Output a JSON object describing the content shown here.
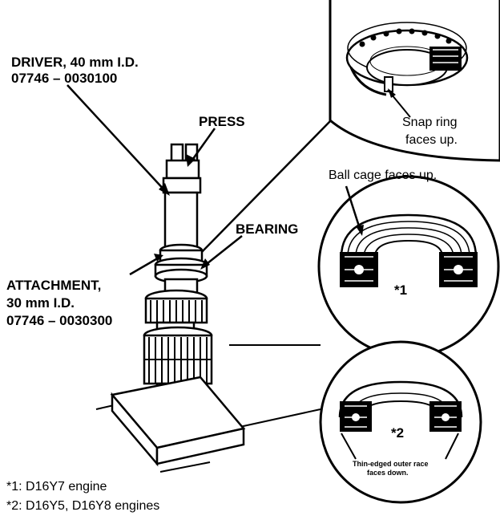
{
  "labels": {
    "driver_line1": "DRIVER, 40 mm I.D.",
    "driver_line2": "07746 – 0030100",
    "press": "PRESS",
    "bearing": "BEARING",
    "attachment_line1": "ATTACHMENT,",
    "attachment_line2": "30 mm I.D.",
    "attachment_line3": "07746 – 0030300",
    "snap_ring_line1": "Snap ring",
    "snap_ring_line2": "faces up.",
    "ball_cage": "Ball cage faces up.",
    "marker1": "*1",
    "marker2": "*2",
    "outer_race_line1": "Thin-edged outer race",
    "outer_race_line2": "faces down."
  },
  "footnotes": {
    "note1": "*1: D16Y7 engine",
    "note2": "*2: D16Y5, D16Y8 engines"
  }
}
